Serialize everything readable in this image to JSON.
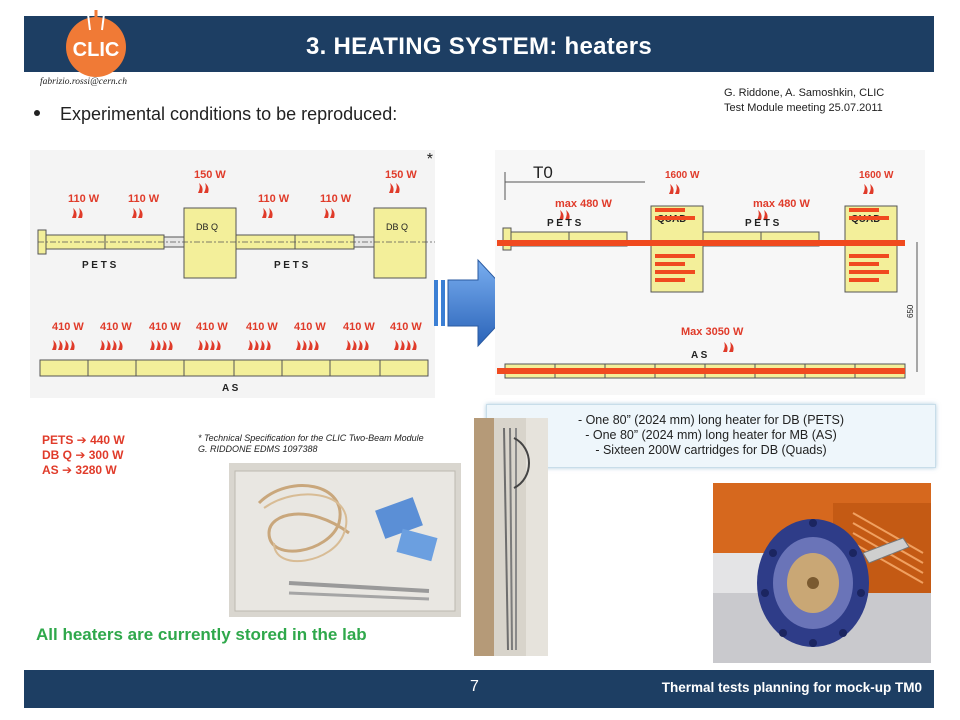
{
  "slide": {
    "title": "3. HEATING SYSTEM: heaters",
    "logo_text": "CLIC",
    "email": "fabrizio.rossi@cern.ch",
    "author_line1": "G. Riddone, A. Samoshkin, CLIC",
    "author_line2": "Test Module meeting 25.07.2011",
    "bullet": "Experimental conditions to be reproduced:",
    "stored_note": "All heaters are currently stored in the lab",
    "page_number": "7",
    "footer_text": "Thermal tests planning for mock-up TM0"
  },
  "left_diagram": {
    "asterisk": "*",
    "top_powers": [
      "110 W",
      "110 W",
      "150 W",
      "110 W",
      "110 W",
      "150 W"
    ],
    "dbq_label": "DB Q",
    "pets_label": "P E T S",
    "as_powers": [
      "410 W",
      "410 W",
      "410 W",
      "410 W",
      "410 W",
      "410 W",
      "410 W",
      "410 W"
    ],
    "as_label": "A S"
  },
  "right_diagram": {
    "t0_label": "T0",
    "max480": "max 480 W",
    "p1600": "1600 W",
    "quad_label": "QUAD",
    "pets_label": "P E T S",
    "max3050": "Max 3050 W",
    "as_label": "A S",
    "dim_650": "650"
  },
  "power_legend": {
    "pets": "PETS ➔ 440 W",
    "dbq": "DB Q ➔ 300 W",
    "as": "AS  ➔ 3280 W"
  },
  "spec_note": {
    "line1": "* Technical Specification for the CLIC Two-Beam Module",
    "line2": "G. RIDDONE   EDMS 1097388"
  },
  "info_box": {
    "line1": "- One 80” (2024 mm) long heater for DB (PETS)",
    "line2": "- One 80” (2024 mm) long heater for MB (AS)",
    "line3": "- Sixteen 200W cartridges for DB (Quads)"
  },
  "colors": {
    "bar": "#1d3e63",
    "component_fill": "#f3ef9a",
    "power_red": "#e03b2a",
    "heater_orange": "#f04a1f",
    "stored_green": "#2fa84b",
    "arrow_blue": "#3b7fd4"
  }
}
